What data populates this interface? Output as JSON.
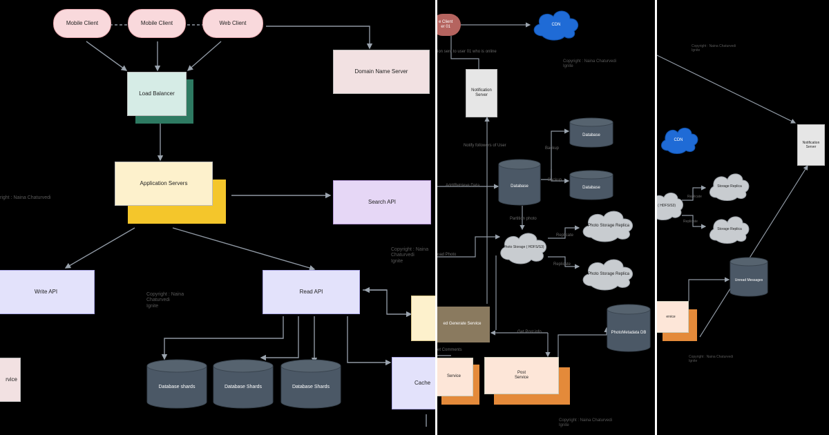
{
  "panel1": {
    "nodes": {
      "mobile_client_1": "Mobile Client",
      "mobile_client_2": "Mobile Client",
      "web_client": "Web Client",
      "domain_name_server": "Domain Name Server",
      "load_balancer": "Load Balancer",
      "application_servers": "Application Servers",
      "search_api": "Search API",
      "write_api": "Write API",
      "read_api": "Read API",
      "service_left": "rvice",
      "db_shards_1": "Database shards",
      "db_shards_2": "Database Shards",
      "db_shards_3": "Database Shards",
      "cache": "Cache"
    },
    "watermarks": {
      "left": "right : Naina Chaturvedi",
      "center": "Copyright : Naina\nChaturvedi\nIgnite",
      "right": "Copyright : Naina\nChaturvedi\nIgnite"
    }
  },
  "panel2": {
    "nodes": {
      "client": "e Client\ner 01",
      "cdn": "CDN",
      "notification_server": "Notification\nServer",
      "database_main": "Database",
      "database_backup_1": "Database",
      "database_backup_2": "Database",
      "photo_storage": "Photo Storage ( HDFS/S3)",
      "photo_replica_1": "Photo Storage Replica",
      "photo_replica_2": "Photo Storage Replica",
      "generate_service": "ed Generate Service",
      "photometadata_db": "PhotoMetadata DB",
      "service_left": "Service",
      "post_service": "Post\nService"
    },
    "edge_labels": {
      "to_user": "ion sent to user 01 who is online",
      "notify": "Notify followers of User",
      "add_retrieve": "Add/Retrieve Data",
      "backup_1": "Backup",
      "backup_2": "Backup",
      "partition": "Partition photo",
      "replicate_1": "Replicate",
      "replicate_2": "Replicate",
      "upload": "oad Photo",
      "get_post": "Get Post info",
      "comments": "et Comments"
    },
    "watermarks": {
      "top": "Copyright : Naina Chaturvedi\nIgnite",
      "bottom": "Copyright : Naina Chaturvedi\nIgnite"
    }
  },
  "panel3": {
    "nodes": {
      "cdn": "CDN",
      "notification_server": "Notification\nServer",
      "storage_replica_1": "Storage Replica",
      "storage_replica_2": "Storage Replica",
      "hdfs_partial": "e ( HDFS/S3)",
      "unread_messages": "Unread Messages",
      "service_partial": "ervice"
    },
    "edge_labels": {
      "replicate_1": "Replicate",
      "replicate_2": "Replicate"
    },
    "watermarks": {
      "top": "Copyright : Naina Chaturvedi\nIgnite",
      "bottom": "Copyright : Naina Chaturvedi\nIgnite"
    }
  }
}
